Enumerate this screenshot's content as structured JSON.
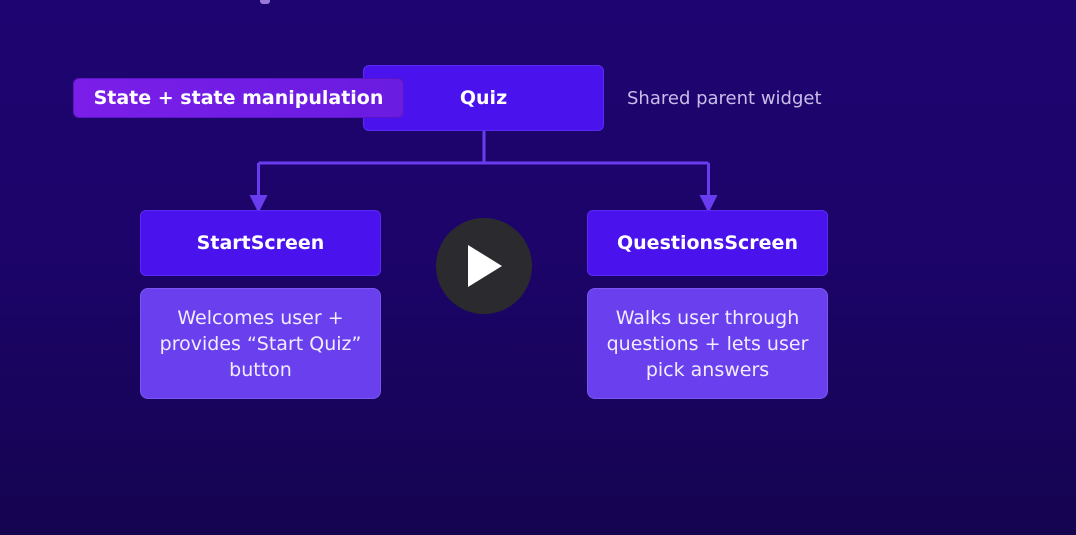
{
  "diagram": {
    "state_label": "State + state manipulation",
    "parent_label": "Quiz",
    "parent_caption": "Shared parent widget",
    "children": [
      {
        "name": "StartScreen",
        "description": "Welcomes user + provides “Start Quiz” button"
      },
      {
        "name": "QuestionsScreen",
        "description": "Walks user through questions + lets user pick answers"
      }
    ]
  },
  "player": {
    "icon": "play-icon"
  },
  "colors": {
    "background": "#1e0470",
    "node_fill": "#4a12ec",
    "description_fill": "#6a40ee",
    "state_chip_fill": "#7a1ee8",
    "connector": "#6a3cf0"
  }
}
